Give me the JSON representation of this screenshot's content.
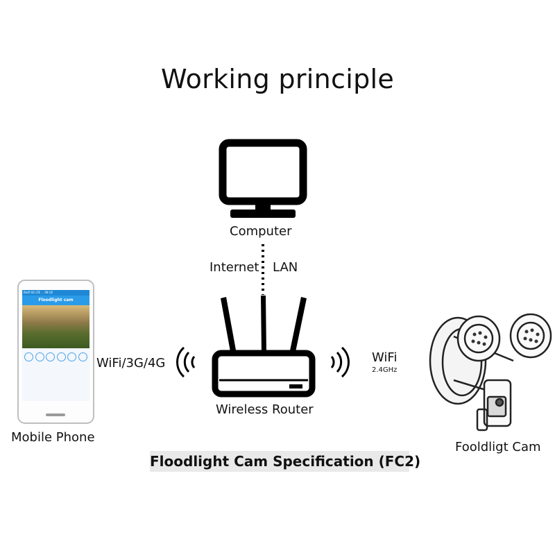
{
  "title": "Working principle",
  "nodes": {
    "computer": "Computer",
    "router": "Wireless Router",
    "phone": "Mobile Phone",
    "camera": "Fooldligt Cam"
  },
  "links": {
    "internet": "Internet",
    "lan": "LAN",
    "phone_link": "WiFi/3G/4G",
    "cam_link": "WiFi",
    "cam_freq": "2.4GHz"
  },
  "phone_screen": {
    "status": "Bluff 4G LTE ... 08:18",
    "app_title": "Floodlight cam"
  },
  "spec_caption": "Floodlight Cam Specification (FC2)",
  "icons": [
    "monitor-icon",
    "router-icon",
    "smartphone-icon",
    "floodlight-camera-icon",
    "wireless-signal-icon"
  ]
}
